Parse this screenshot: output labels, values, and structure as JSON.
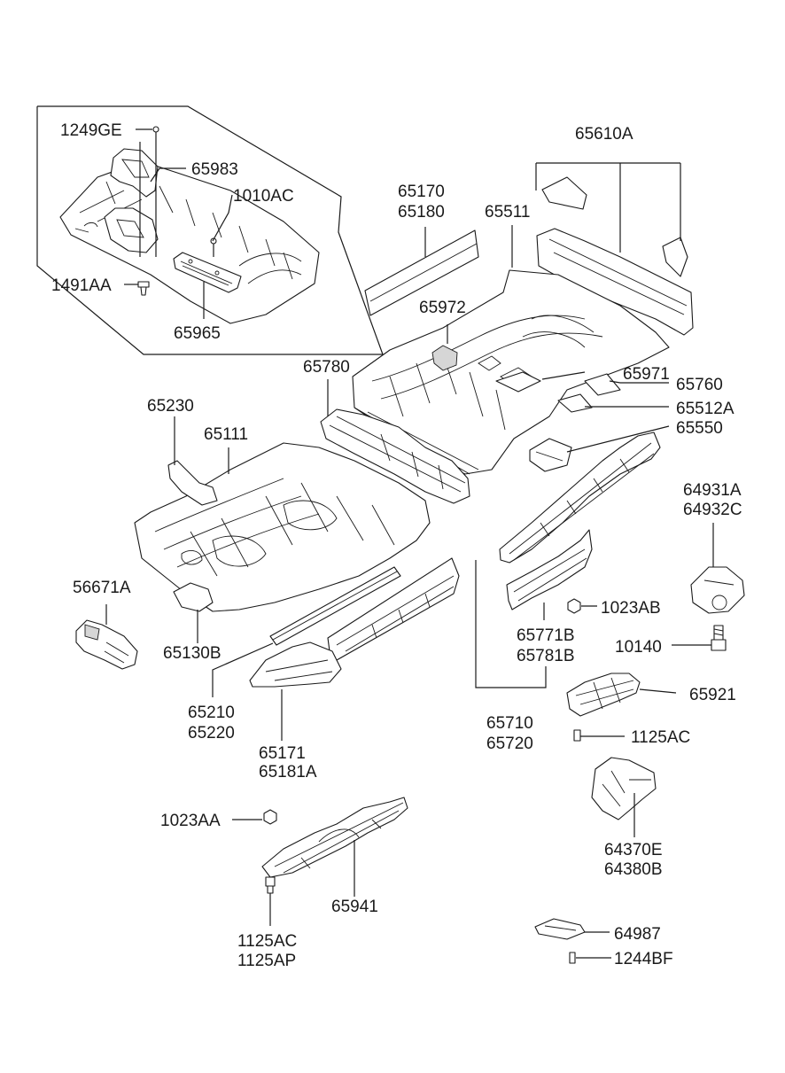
{
  "labels": {
    "l1249GE": "1249GE",
    "l65983": "65983",
    "l1010AC": "1010AC",
    "l1491AA": "1491AA",
    "l65965": "65965",
    "l65170": "65170",
    "l65180": "65180",
    "l65610A": "65610A",
    "l65511": "65511",
    "l65972": "65972",
    "l65780": "65780",
    "l65971": "65971",
    "l65760": "65760",
    "l65512A": "65512A",
    "l65550": "65550",
    "l65230": "65230",
    "l65111": "65111",
    "l64931A": "64931A",
    "l64932C": "64932C",
    "l56671A": "56671A",
    "l1023AB": "1023AB",
    "l65771B": "65771B",
    "l65781B": "65781B",
    "l10140": "10140",
    "l65130B": "65130B",
    "l65921": "65921",
    "l65210": "65210",
    "l65220": "65220",
    "l65710": "65710",
    "l65720": "65720",
    "l1125AC_r": "1125AC",
    "l65171": "65171",
    "l65181A": "65181A",
    "l1023AA": "1023AA",
    "l64370E": "64370E",
    "l64380B": "64380B",
    "l65941": "65941",
    "l1125AC_b": "1125AC",
    "l1125AP": "1125AP",
    "l64987": "64987",
    "l1244BF": "1244BF"
  }
}
